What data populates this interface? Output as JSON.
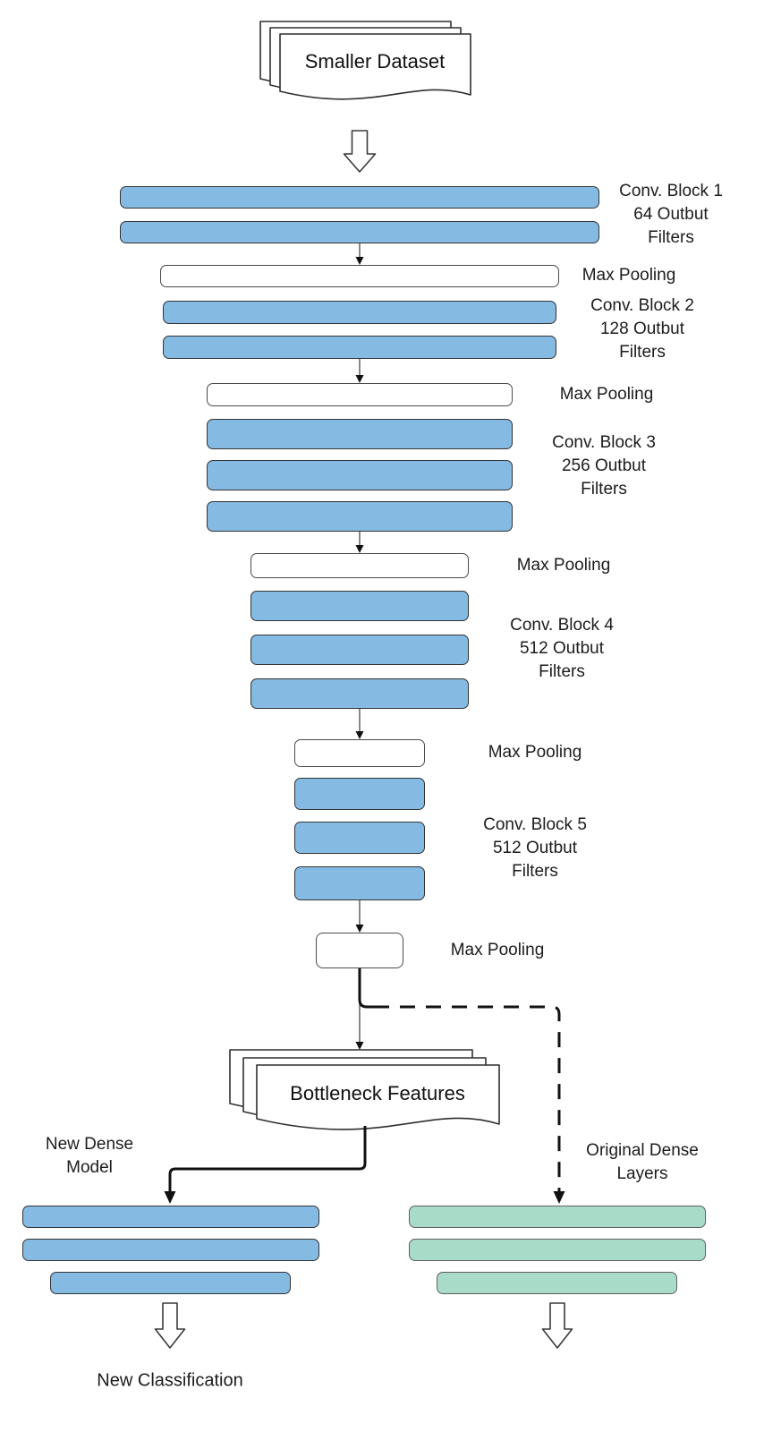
{
  "nodes": {
    "input_dataset": {
      "label": "Smaller Dataset"
    },
    "conv_blocks": [
      {
        "name": "conv-block-1",
        "lines": [
          "Conv. Block 1",
          "64 Outbut",
          "Filters"
        ],
        "layer_count": 2
      },
      {
        "name": "conv-block-2",
        "lines": [
          "Conv. Block 2",
          "128 Outbut",
          "Filters"
        ],
        "layer_count": 2
      },
      {
        "name": "conv-block-3",
        "lines": [
          "Conv. Block 3",
          "256 Outbut",
          "Filters"
        ],
        "layer_count": 3
      },
      {
        "name": "conv-block-4",
        "lines": [
          "Conv. Block 4",
          "512 Outbut",
          "Filters"
        ],
        "layer_count": 3
      },
      {
        "name": "conv-block-5",
        "lines": [
          "Conv. Block 5",
          "512 Outbut",
          "Filters"
        ],
        "layer_count": 3
      }
    ],
    "max_pooling_label": "Max Pooling",
    "max_pooling_count": 5,
    "bottleneck": {
      "label": "Bottleneck Features"
    },
    "new_dense_model": {
      "lines": [
        "New Dense",
        "Model"
      ],
      "layer_count": 3,
      "output_label": "New Classification"
    },
    "original_dense_layers": {
      "lines": [
        "Original Dense",
        "Layers"
      ],
      "layer_count": 3
    }
  },
  "colors": {
    "conv_layer_fill": "#85BAE3",
    "max_pool_fill": "#FFFFFF",
    "new_dense_fill": "#85BAE3",
    "original_dense_fill": "#A8DCC9",
    "outline": "#333333",
    "connector": "#111111",
    "background": "#FFFFFF"
  }
}
